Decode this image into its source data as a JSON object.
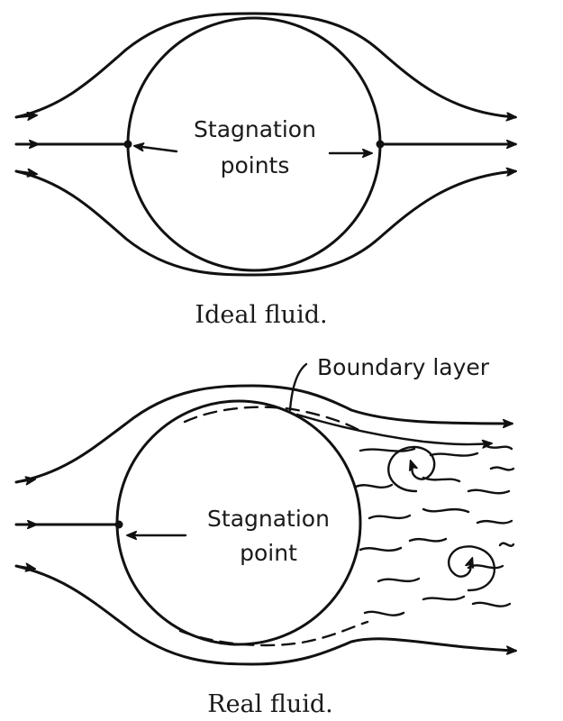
{
  "ideal": {
    "label": "Stagnation\npoints",
    "label_line1": "Stagnation",
    "label_line2": "points",
    "caption": "Ideal fluid."
  },
  "real": {
    "boundary_label": "Boundary layer",
    "label_line1": "Stagnation",
    "label_line2": "point",
    "caption": "Real fluid."
  }
}
